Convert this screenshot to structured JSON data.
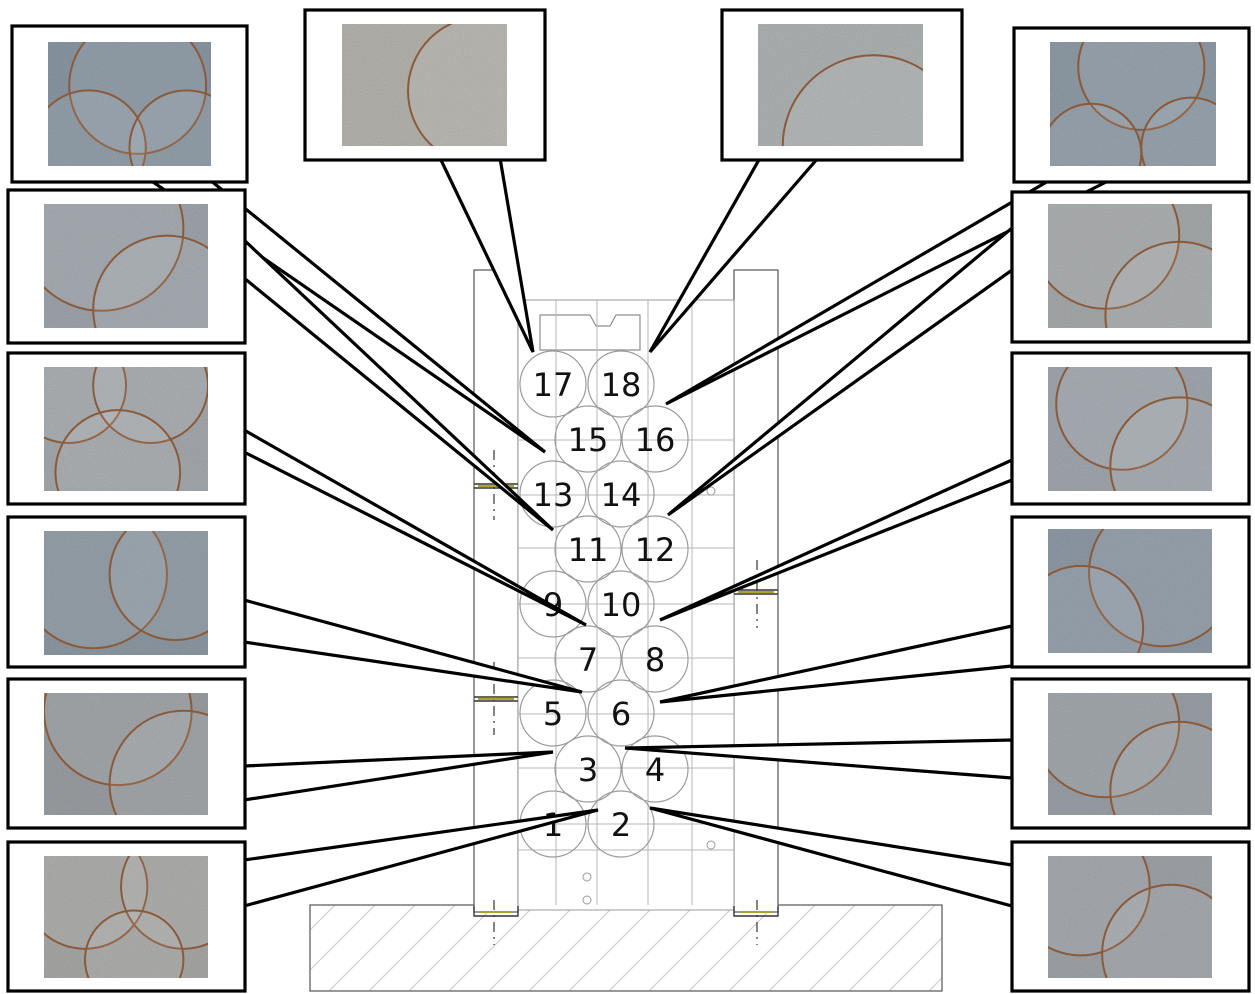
{
  "circle_labels": [
    "1",
    "2",
    "3",
    "4",
    "5",
    "6",
    "7",
    "8",
    "9",
    "10",
    "11",
    "12",
    "13",
    "14",
    "15",
    "16",
    "17",
    "18"
  ],
  "photo_panels": [
    {
      "id": "top-left-1",
      "tone": "#8a97a3"
    },
    {
      "id": "top-center-left",
      "tone": "#b5b3ad"
    },
    {
      "id": "top-center-right",
      "tone": "#aeb2b2"
    },
    {
      "id": "top-right-1",
      "tone": "#8f9ba6"
    },
    {
      "id": "left-2",
      "tone": "#9ea5ab"
    },
    {
      "id": "left-3",
      "tone": "#a4a9ad"
    },
    {
      "id": "left-4",
      "tone": "#8d98a2"
    },
    {
      "id": "left-5",
      "tone": "#9a9ea2"
    },
    {
      "id": "left-6",
      "tone": "#a7a8a6"
    },
    {
      "id": "right-2",
      "tone": "#a6a9aa"
    },
    {
      "id": "right-3",
      "tone": "#a0a7ad"
    },
    {
      "id": "right-4",
      "tone": "#8f9aa6"
    },
    {
      "id": "right-5",
      "tone": "#9aa0a6"
    },
    {
      "id": "right-6",
      "tone": "#9ea3a8"
    }
  ],
  "colors": {
    "outline": "#000000",
    "grid": "#b7b7b7",
    "hatch": "#d0d0d0",
    "core_rim": "#8a5a3a",
    "joint": "#a89a2a"
  }
}
